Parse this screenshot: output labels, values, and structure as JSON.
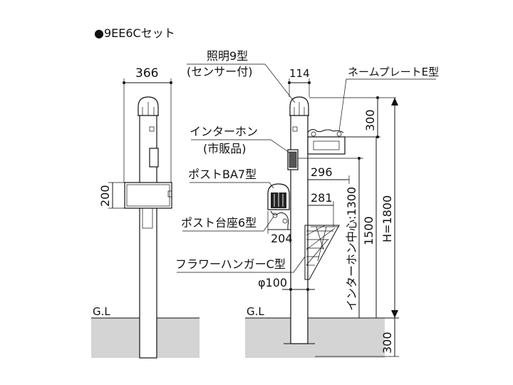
{
  "set_title": "●9EE6Cセット",
  "ground_left": "G.L",
  "ground_right": "G.L",
  "front": {
    "width_dim": "366",
    "mailbox_height_dim": "200"
  },
  "side": {
    "light_label_1": "照明9型",
    "light_label_2": "(センサー付)",
    "light_width_dim": "114",
    "nameplate_label": "ネームプレートE型",
    "nameplate_offset_dim": "300",
    "intercom_label_1": "インターホン",
    "intercom_label_2": "(市販品)",
    "post_label": "ポストBA7型",
    "post_base_label": "ポスト台座6型",
    "post_base_dim": "204",
    "dim_296": "296",
    "dim_281": "281",
    "flower_hanger_label": "フラワーハンガーC型",
    "diameter_dim": "φ100",
    "intercom_center_dim": "インターホン中心:1300",
    "dim_1500": "1500",
    "height_dim": "H=1800",
    "buried_dim": "300"
  },
  "colors": {
    "ground_fill": "#d4d4d4",
    "line": "#111111"
  }
}
